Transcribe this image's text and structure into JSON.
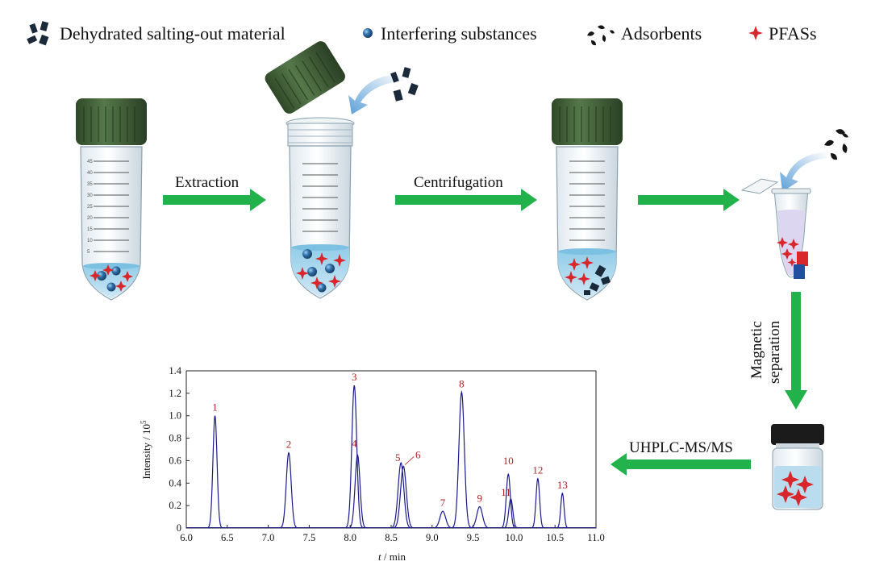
{
  "legend": {
    "items": [
      {
        "key": "salt",
        "label": "Dehydrated salting-out material",
        "icon": "salt-blocks-icon"
      },
      {
        "key": "interf",
        "label": "Interfering substances",
        "icon": "blue-sphere-icon"
      },
      {
        "key": "ads",
        "label": "Adsorbents",
        "icon": "adsorbent-particles-icon"
      },
      {
        "key": "pfas",
        "label": "PFASs",
        "icon": "red-star-icon"
      }
    ]
  },
  "steps": {
    "extraction": "Extraction",
    "centrifugation": "Centrifugation",
    "magnetic_separation_line1": "Magnetic",
    "magnetic_separation_line2": "separation",
    "uhplc": "UHPLC-MS/MS"
  },
  "tube": {
    "scale_labels": [
      "45",
      "40",
      "35",
      "30",
      "25",
      "20",
      "15",
      "10",
      "5"
    ]
  },
  "colors": {
    "arrow_green": "#22b24c",
    "cap_green": "#3e5a34",
    "liquid_blue": "#a9d6ee",
    "sphere_blue": "#2f6fa8",
    "star_red": "#d8262a",
    "chrom_line": "#1a1a8c",
    "peak_label": "#b02020"
  },
  "chart_data": {
    "type": "line",
    "xlabel_italic": "t",
    "xlabel_rest": " / min",
    "ylabel_main": "Intensity / 10",
    "ylabel_exp": "5",
    "xlim": [
      6.0,
      11.0
    ],
    "ylim": [
      0,
      1.4
    ],
    "xticks": [
      "6.0",
      "6.5",
      "7.0",
      "7.5",
      "8.0",
      "8.5",
      "9.0",
      "9.5",
      "10.0",
      "10.5",
      "11.0"
    ],
    "yticks": [
      "0",
      "0.2",
      "0.4",
      "0.6",
      "0.8",
      "1.0",
      "1.2",
      "1.4"
    ],
    "peaks": [
      {
        "label": "1",
        "rt": 6.35,
        "height": 1.0,
        "width": 0.025
      },
      {
        "label": "2",
        "rt": 7.25,
        "height": 0.67,
        "width": 0.03
      },
      {
        "label": "3",
        "rt": 8.05,
        "height": 1.27,
        "width": 0.03
      },
      {
        "label": "4",
        "rt": 8.09,
        "height": 0.65,
        "width": 0.03
      },
      {
        "label": "5",
        "rt": 8.62,
        "height": 0.58,
        "width": 0.035
      },
      {
        "label": "6",
        "rt": 8.65,
        "height": 0.55,
        "width": 0.035
      },
      {
        "label": "7",
        "rt": 9.13,
        "height": 0.15,
        "width": 0.035
      },
      {
        "label": "8",
        "rt": 9.36,
        "height": 1.21,
        "width": 0.033
      },
      {
        "label": "9",
        "rt": 9.58,
        "height": 0.19,
        "width": 0.035
      },
      {
        "label": "10",
        "rt": 9.93,
        "height": 0.48,
        "width": 0.025
      },
      {
        "label": "11",
        "rt": 9.96,
        "height": 0.26,
        "width": 0.025
      },
      {
        "label": "12",
        "rt": 10.29,
        "height": 0.44,
        "width": 0.022
      },
      {
        "label": "13",
        "rt": 10.59,
        "height": 0.31,
        "width": 0.02
      }
    ]
  }
}
